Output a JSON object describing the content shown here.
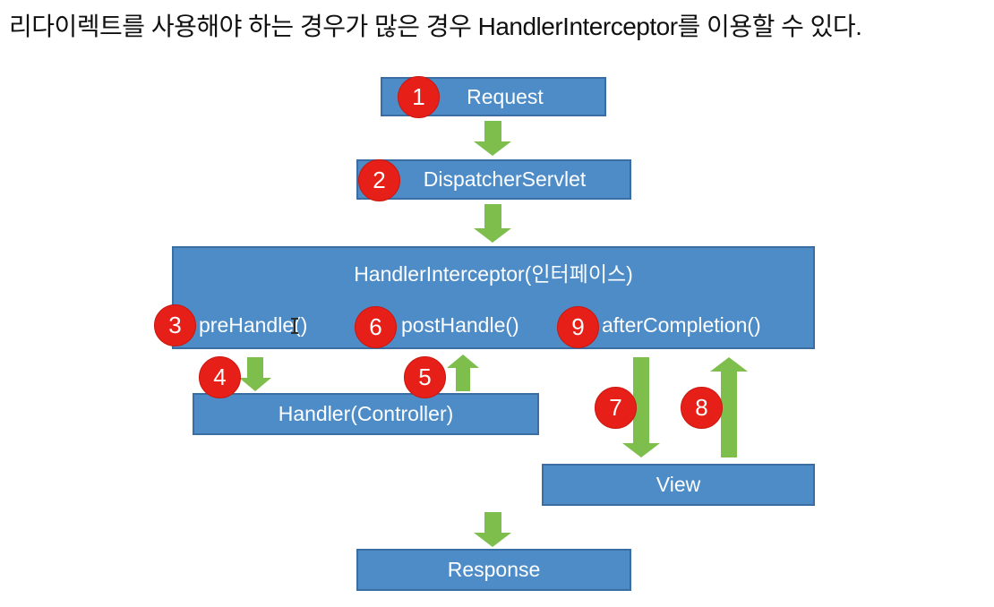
{
  "title": "리다이렉트를 사용해야 하는 경우가 많은 경우 HandlerInterceptor를 이용할 수 있다.",
  "colors": {
    "box_fill": "#4e8cc8",
    "box_border": "#3a6da2",
    "arrow_green": "#7ebe4d",
    "badge_red": "#e62018",
    "box_text": "#fdfeff",
    "title_text": "#101010"
  },
  "diagram": {
    "boxes": {
      "request": {
        "label": "Request",
        "badge": "1"
      },
      "dispatcher": {
        "label": "DispatcherServlet",
        "badge": "2"
      },
      "interceptor": {
        "label": "HandlerInterceptor(인터페이스)"
      },
      "handler": {
        "label": "Handler(Controller)"
      },
      "view": {
        "label": "View"
      },
      "response": {
        "label": "Response"
      }
    },
    "methods": {
      "pre": {
        "badge": "3",
        "label": "preHandle()"
      },
      "post": {
        "badge": "6",
        "label": "postHandle()"
      },
      "after": {
        "badge": "9",
        "label": "afterCompletion()"
      }
    },
    "badges": {
      "b1": "1",
      "b2": "2",
      "b3": "3",
      "b4": "4",
      "b5": "5",
      "b6": "6",
      "b7": "7",
      "b8": "8",
      "b9": "9"
    },
    "arrows": [
      {
        "from": "request",
        "to": "dispatcher",
        "direction": "down"
      },
      {
        "from": "dispatcher",
        "to": "interceptor",
        "direction": "down"
      },
      {
        "from": "preHandle",
        "to": "handler",
        "direction": "down",
        "badge": "4"
      },
      {
        "from": "handler",
        "to": "postHandle",
        "direction": "up",
        "badge": "5"
      },
      {
        "from": "interceptor",
        "to": "view",
        "direction": "down",
        "badge": "7"
      },
      {
        "from": "view",
        "to": "interceptor",
        "direction": "up",
        "badge": "8"
      },
      {
        "from": "view",
        "to": "response",
        "direction": "down"
      }
    ]
  }
}
